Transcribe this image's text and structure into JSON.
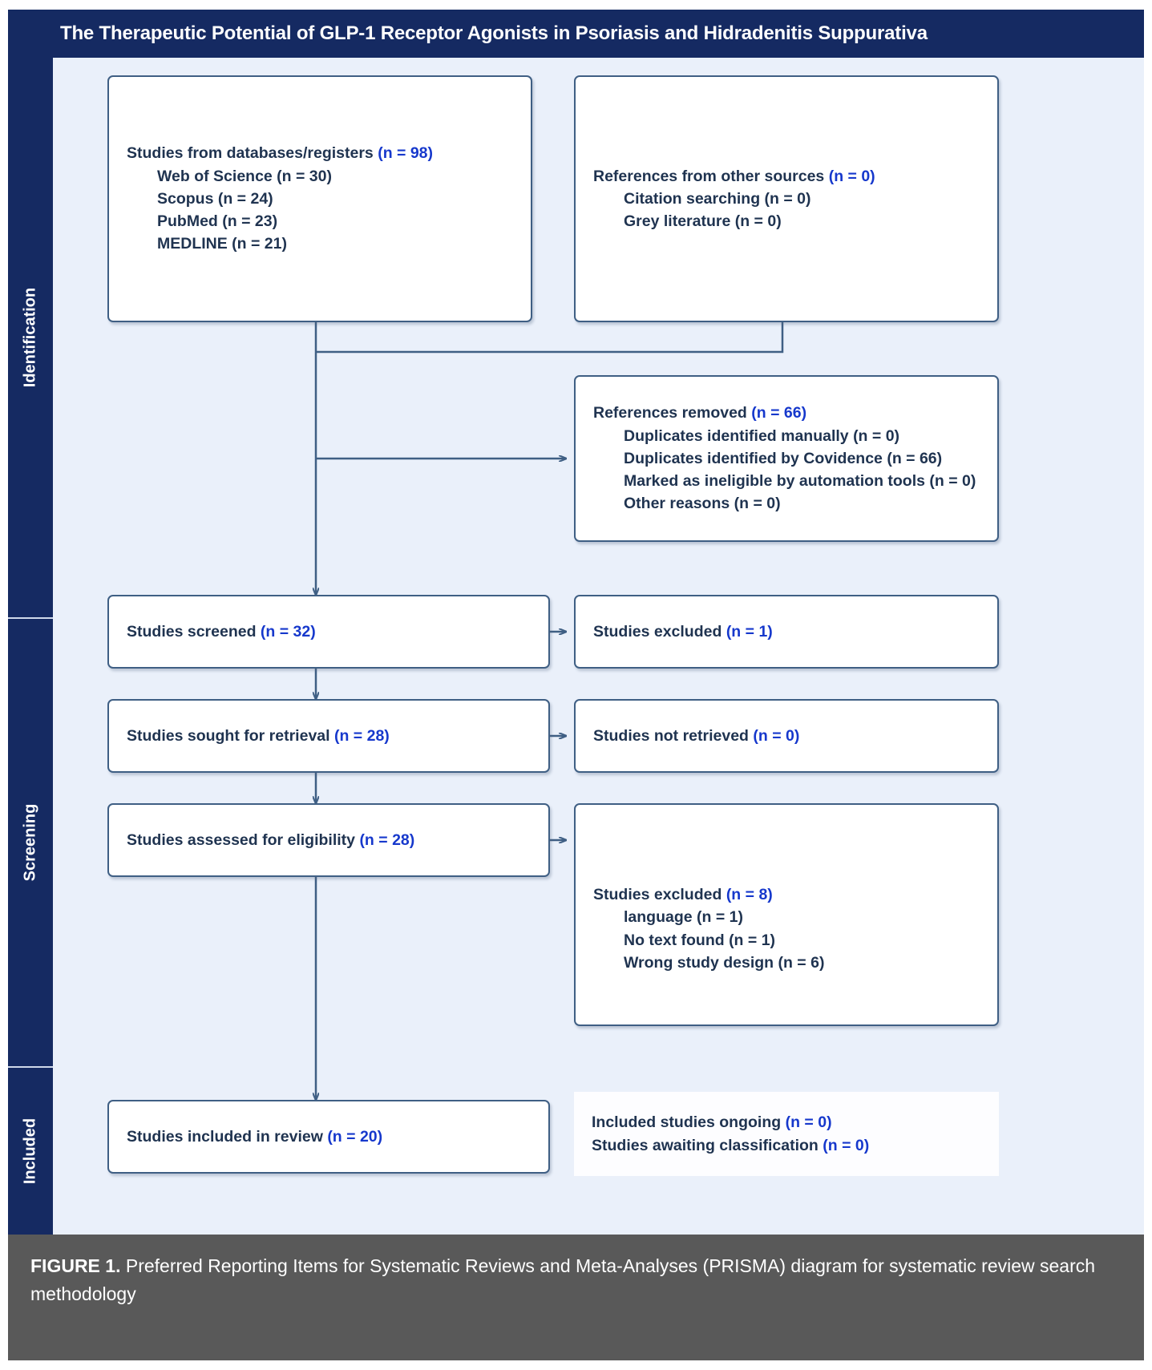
{
  "header": {
    "title": "The Therapeutic Potential of GLP-1 Receptor Agonists in Psoriasis and Hidradenitis Suppurativa"
  },
  "phases": [
    {
      "label": "Identification"
    },
    {
      "label": "Screening"
    },
    {
      "label": "Included"
    }
  ],
  "boxes": {
    "databases": {
      "heading_text": "Studies from databases/registers ",
      "heading_count": "(n = 98)",
      "items": [
        "Web of Science (n = 30)",
        "Scopus (n = 24)",
        "PubMed (n = 23)",
        "MEDLINE (n = 21)"
      ]
    },
    "other_sources": {
      "heading_text": "References from other sources ",
      "heading_count": "(n = 0)",
      "items": [
        "Citation searching (n = 0)",
        "Grey literature (n = 0)"
      ]
    },
    "removed": {
      "heading_text": "References removed ",
      "heading_count": "(n = 66)",
      "items": [
        "Duplicates identified manually (n = 0)",
        "Duplicates identified by Covidence (n = 66)",
        "Marked as ineligible by automation tools (n = 0)",
        "Other reasons (n = 0)"
      ]
    },
    "screened": {
      "heading_text": "Studies screened ",
      "heading_count": "(n = 32)"
    },
    "screened_excluded": {
      "heading_text": "Studies excluded ",
      "heading_count": "(n = 1)"
    },
    "sought": {
      "heading_text": "Studies sought for retrieval ",
      "heading_count": "(n = 28)"
    },
    "not_retrieved": {
      "heading_text": "Studies not retrieved ",
      "heading_count": "(n = 0)"
    },
    "assessed": {
      "heading_text": "Studies assessed for eligibility ",
      "heading_count": "(n = 28)"
    },
    "eligibility_excluded": {
      "heading_text": "Studies excluded ",
      "heading_count": "(n = 8)",
      "items": [
        "language (n = 1)",
        "No text found (n = 1)",
        "Wrong study design (n = 6)"
      ]
    },
    "included": {
      "heading_text": "Studies included in review ",
      "heading_count": "(n = 20)"
    },
    "ongoing": {
      "line1_text": "Included studies ongoing ",
      "line1_count": "(n = 0)",
      "line2_text": "Studies awaiting classification ",
      "line2_count": "(n = 0)"
    }
  },
  "caption": {
    "label": "FIGURE 1.",
    "text": " Preferred Reporting Items for Systematic Reviews and Meta-Analyses (PRISMA) diagram for systematic review search methodology"
  },
  "colors": {
    "banner": "#152a62",
    "canvas": "#eaf0fa",
    "box_border": "#3f5f84",
    "text": "#1f3350",
    "accent_number": "#1638cc",
    "caption_bg": "#595959"
  }
}
